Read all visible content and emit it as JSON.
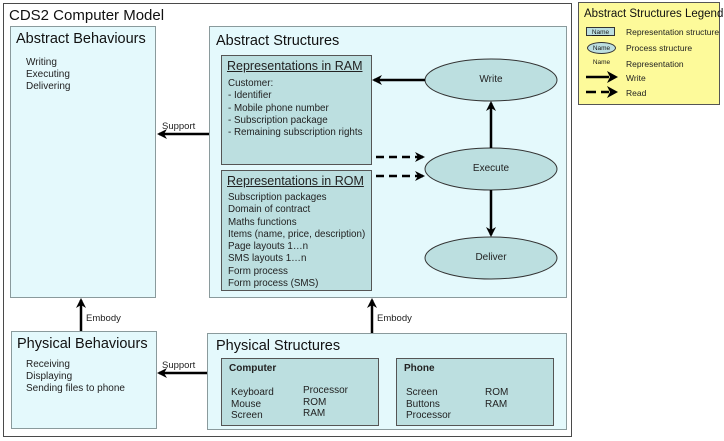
{
  "diagram": {
    "title": "CDS2 Computer Model",
    "abstract_behaviours": {
      "title": "Abstract Behaviours",
      "items": [
        "Writing",
        "Executing",
        "Delivering"
      ]
    },
    "abstract_structures": {
      "title": "Abstract Structures",
      "ram": {
        "title": "Representations in RAM",
        "items": [
          "Customer:",
          "- Identifier",
          "- Mobile phone number",
          "- Subscription package",
          "- Remaining subscription rights"
        ]
      },
      "rom": {
        "title": "Representations in ROM",
        "items": [
          "Subscription packages",
          "Domain of contract",
          "Maths functions",
          "Items (name, price, description)",
          "Page layouts 1…n",
          "SMS layouts 1…n",
          "Form process",
          "Form process (SMS)"
        ]
      },
      "processes": {
        "write": "Write",
        "execute": "Execute",
        "deliver": "Deliver"
      }
    },
    "physical_behaviours": {
      "title": "Physical Behaviours",
      "items": [
        "Receiving",
        "Displaying",
        "Sending files to phone"
      ]
    },
    "physical_structures": {
      "title": "Physical Structures",
      "computer": {
        "title": "Computer",
        "col1": [
          "Keyboard",
          "Mouse",
          "Screen"
        ],
        "col2": [
          "Processor",
          "ROM",
          "RAM"
        ]
      },
      "phone": {
        "title": "Phone",
        "col1": [
          "Screen",
          "Buttons",
          "Processor"
        ],
        "col2": [
          "ROM",
          "RAM"
        ]
      }
    },
    "relations": {
      "support_top": "Support",
      "support_bottom": "Support",
      "embody_left": "Embody",
      "embody_right": "Embody"
    }
  },
  "legend": {
    "title": "Abstract Structures Legend",
    "sample_name": "Name",
    "items": [
      {
        "symbol": "representation-structure",
        "label": "Representation structure"
      },
      {
        "symbol": "process-structure",
        "label": "Process structure"
      },
      {
        "symbol": "representation",
        "label": "Representation"
      },
      {
        "symbol": "write-arrow",
        "label": "Write"
      },
      {
        "symbol": "read-arrow",
        "label": "Read"
      }
    ]
  },
  "colors": {
    "panel_fill": "#e4f9fc",
    "representation_fill": "#bcdfe0",
    "legend_fill": "#fdfa9a"
  }
}
